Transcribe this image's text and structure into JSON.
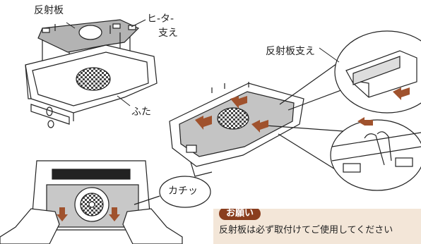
{
  "labels": {
    "reflector": "反射板",
    "heater_support": "ヒ-タ-",
    "heater_support_2": "支え",
    "reflector_support": "反射板支え",
    "lid": "ふた",
    "click": "カチッ"
  },
  "notice": {
    "badge": "お願い",
    "text": "反射板は必ず取付けてご使用してください"
  },
  "colors": {
    "arrow": "#a0522d",
    "notice_bg": "#f3e6d8",
    "badge_bg": "#8a3e1e"
  }
}
